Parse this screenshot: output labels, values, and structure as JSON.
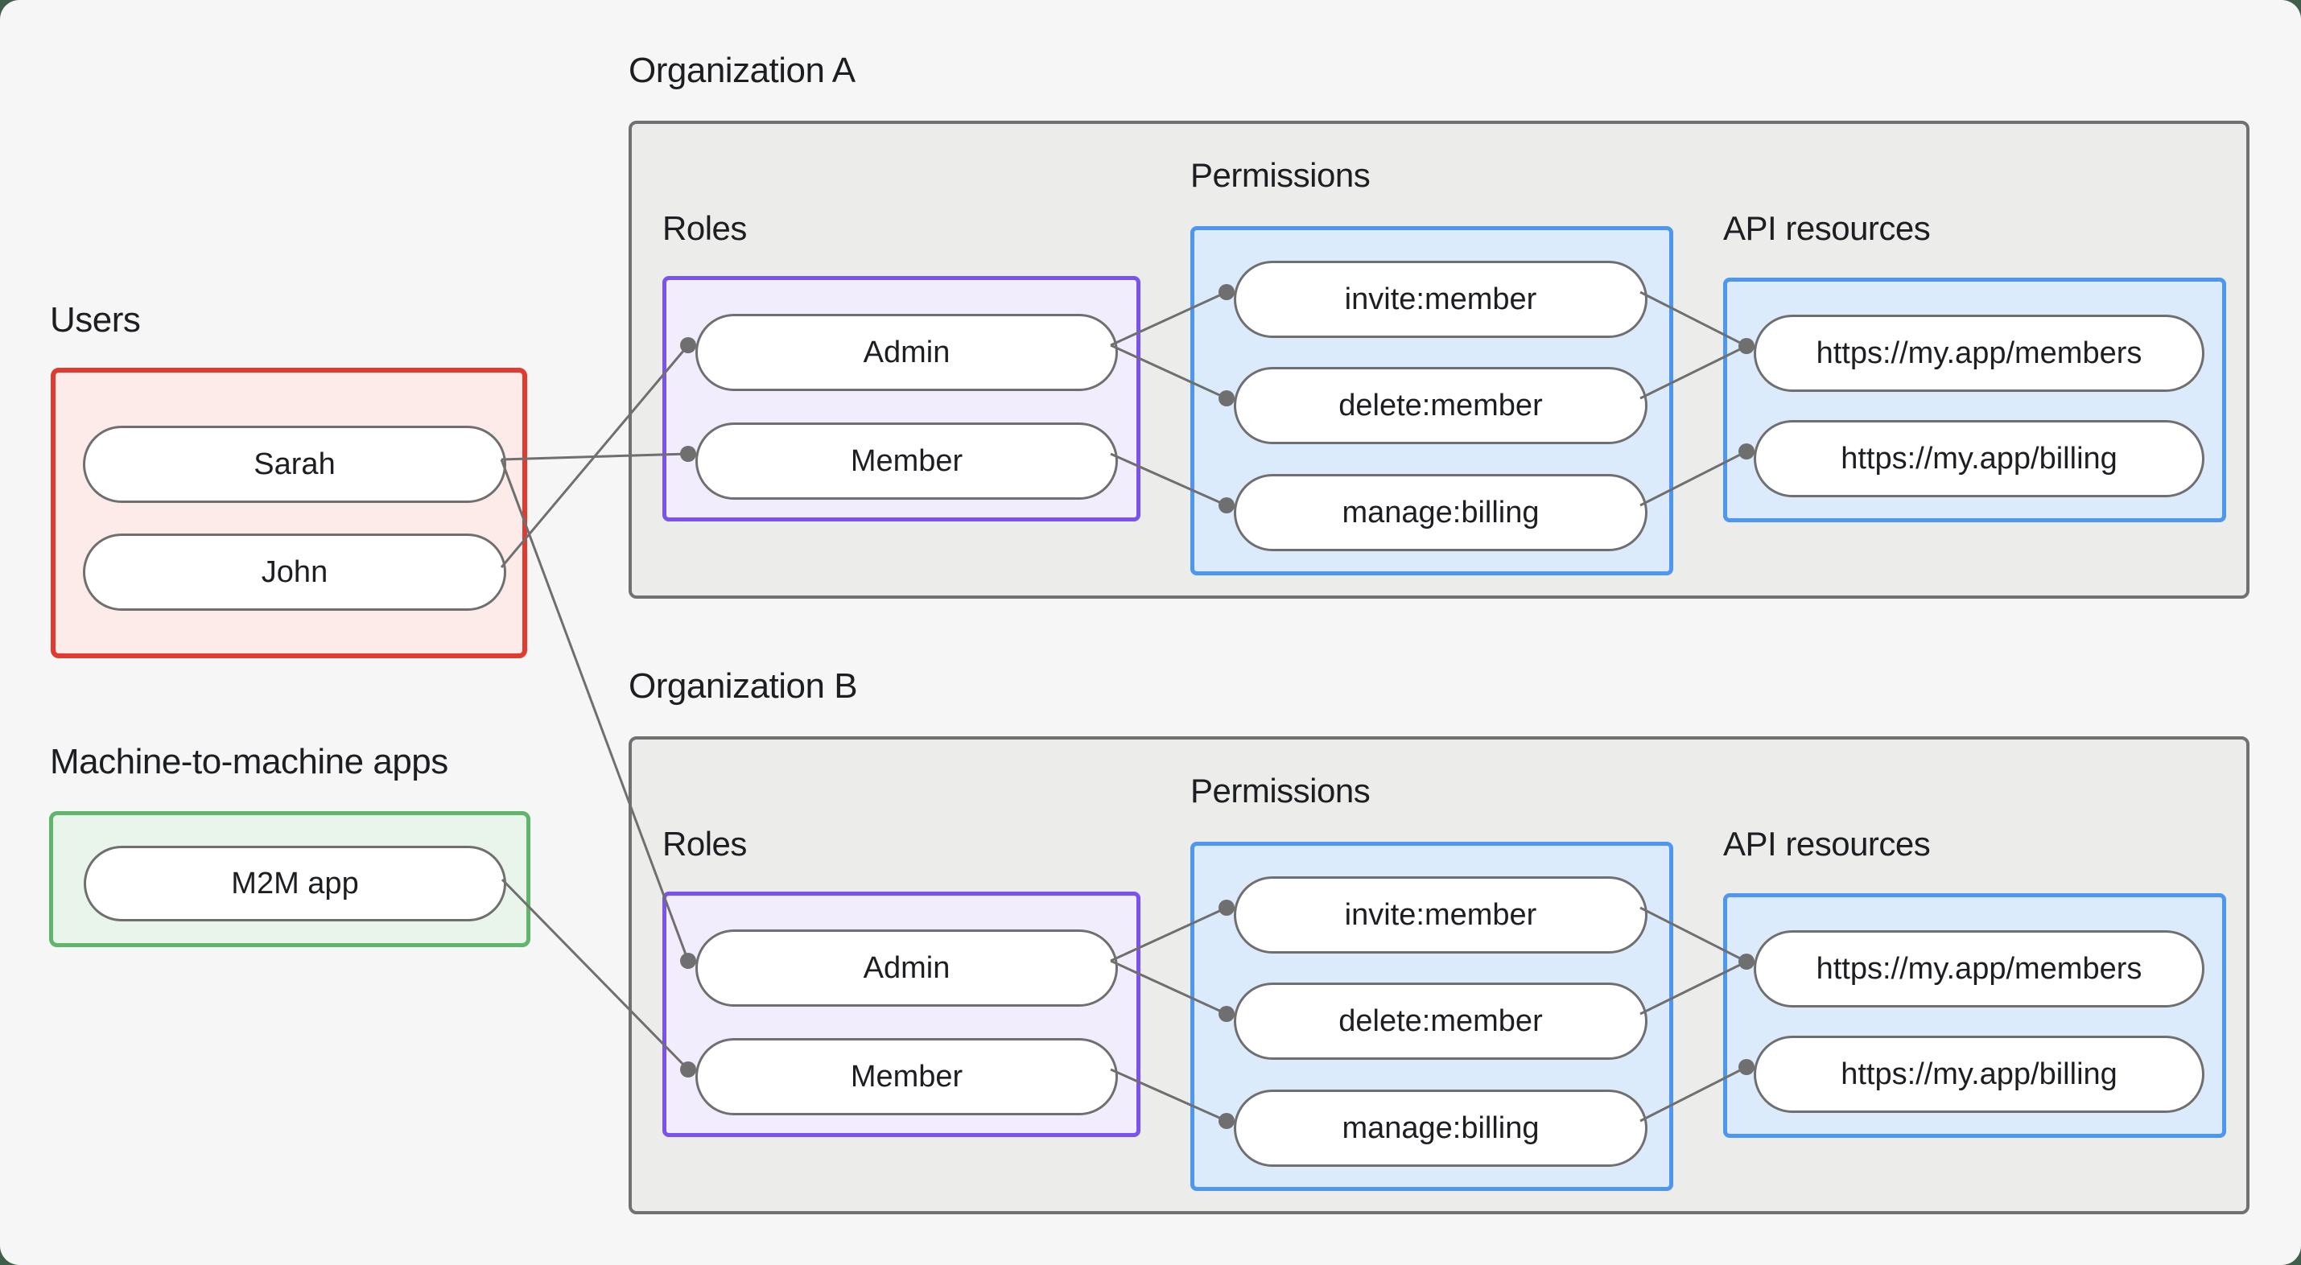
{
  "users": {
    "label": "Users",
    "sarah": "Sarah",
    "john": "John"
  },
  "m2m": {
    "label": "Machine-to-machine apps",
    "app": "M2M app"
  },
  "orgs": [
    {
      "title": "Organization A",
      "roles_label": "Roles",
      "permissions_label": "Permissions",
      "api_label": "API resources",
      "roles": {
        "admin": "Admin",
        "member": "Member"
      },
      "permissions": {
        "invite": "invite:member",
        "delete": "delete:member",
        "manage": "manage:billing"
      },
      "resources": {
        "members": "https://my.app/members",
        "billing": "https://my.app/billing"
      }
    },
    {
      "title": "Organization B",
      "roles_label": "Roles",
      "permissions_label": "Permissions",
      "api_label": "API resources",
      "roles": {
        "admin": "Admin",
        "member": "Member"
      },
      "permissions": {
        "invite": "invite:member",
        "delete": "delete:member",
        "manage": "manage:billing"
      },
      "resources": {
        "members": "https://my.app/members",
        "billing": "https://my.app/billing"
      }
    }
  ],
  "edges": [
    {
      "from": "user-sarah",
      "to": "a-member"
    },
    {
      "from": "user-john",
      "to": "a-admin"
    },
    {
      "from": "user-sarah",
      "to": "b-admin"
    },
    {
      "from": "m2m-app",
      "to": "b-member"
    },
    {
      "from": "a-admin",
      "to": "a-invite"
    },
    {
      "from": "a-admin",
      "to": "a-delete"
    },
    {
      "from": "a-member",
      "to": "a-manage"
    },
    {
      "from": "a-invite",
      "to": "a-members"
    },
    {
      "from": "a-delete",
      "to": "a-members"
    },
    {
      "from": "a-manage",
      "to": "a-billing"
    },
    {
      "from": "b-admin",
      "to": "b-invite"
    },
    {
      "from": "b-admin",
      "to": "b-delete"
    },
    {
      "from": "b-member",
      "to": "b-manage"
    },
    {
      "from": "b-invite",
      "to": "b-members"
    },
    {
      "from": "b-delete",
      "to": "b-members"
    },
    {
      "from": "b-manage",
      "to": "b-billing"
    }
  ],
  "colors": {
    "background": "#f5f6f5",
    "page_corner": "#3f5e4c",
    "wire": "#6f6f6f",
    "users_border": "#e03a31",
    "users_fill": "#fcebe9",
    "m2m_border": "#5fb56a",
    "m2m_fill": "#e9f5eb",
    "org_border": "#6f7271",
    "org_fill": "#ececeb",
    "roles_border": "#7a52f2",
    "roles_fill": "#f2edfd",
    "blue_border": "#4d97f2",
    "blue_fill": "#dcebfb"
  }
}
